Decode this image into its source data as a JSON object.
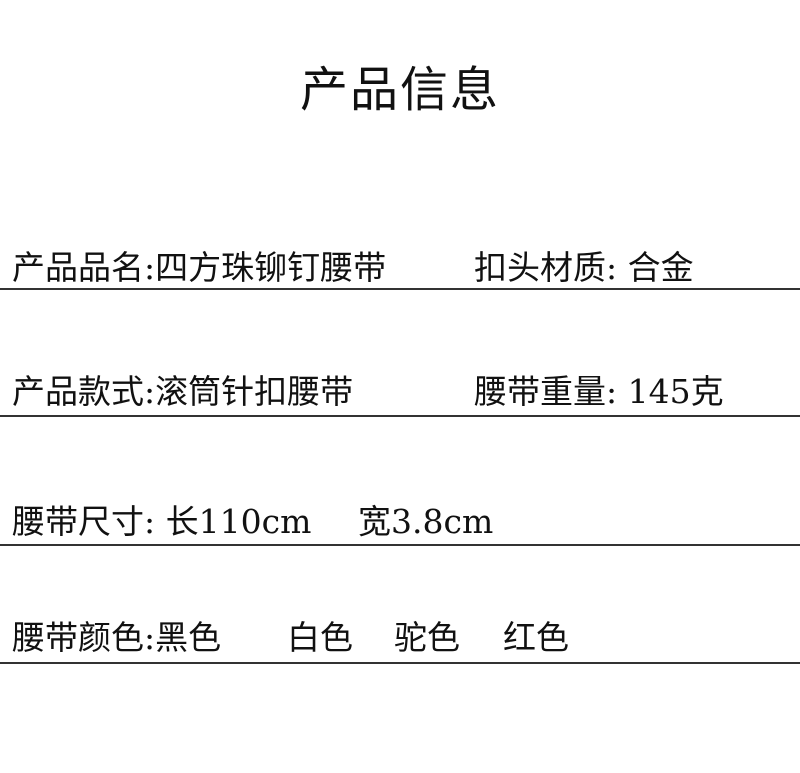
{
  "title": "产品信息",
  "rows": [
    {
      "left": "产品品名:四方珠铆钉腰带",
      "right": "扣头材质: 合金"
    },
    {
      "left": "产品款式:滚筒针扣腰带",
      "right": "腰带重量: 145克"
    },
    {
      "left": "腰带尺寸: 长110cm",
      "right": "宽3.8cm"
    },
    {
      "left": "腰带颜色:黑色",
      "colors": [
        "白色",
        "驼色",
        "红色"
      ]
    }
  ]
}
